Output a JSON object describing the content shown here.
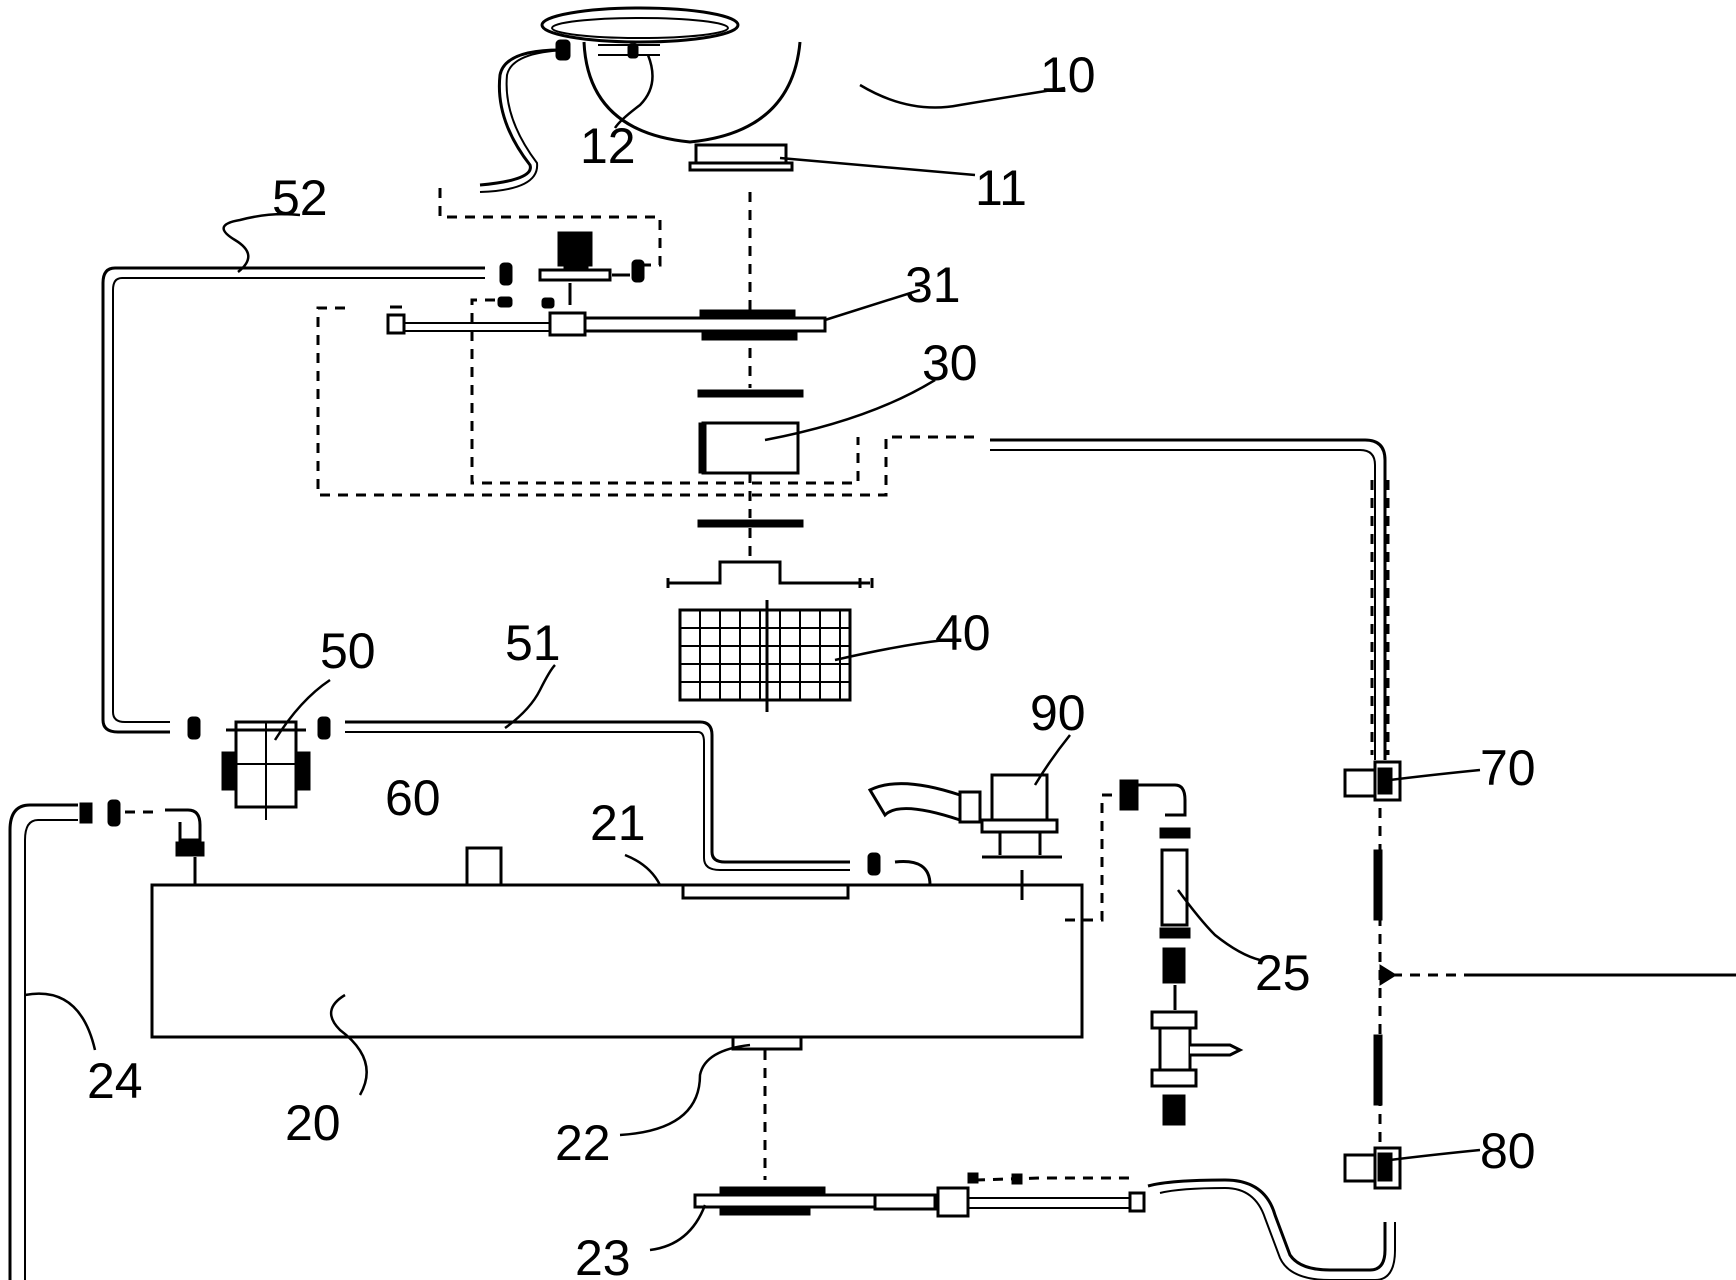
{
  "labels": {
    "l10": "10",
    "l11": "11",
    "l12": "12",
    "l52": "52",
    "l31": "31",
    "l30": "30",
    "l40": "40",
    "l50": "50",
    "l51": "51",
    "l90": "90",
    "l70": "70",
    "l60": "60",
    "l21": "21",
    "l25": "25",
    "l24": "24",
    "l20": "20",
    "l22": "22",
    "l80": "80",
    "l23": "23"
  },
  "colors": {
    "line": "#000000",
    "background": "#ffffff"
  }
}
